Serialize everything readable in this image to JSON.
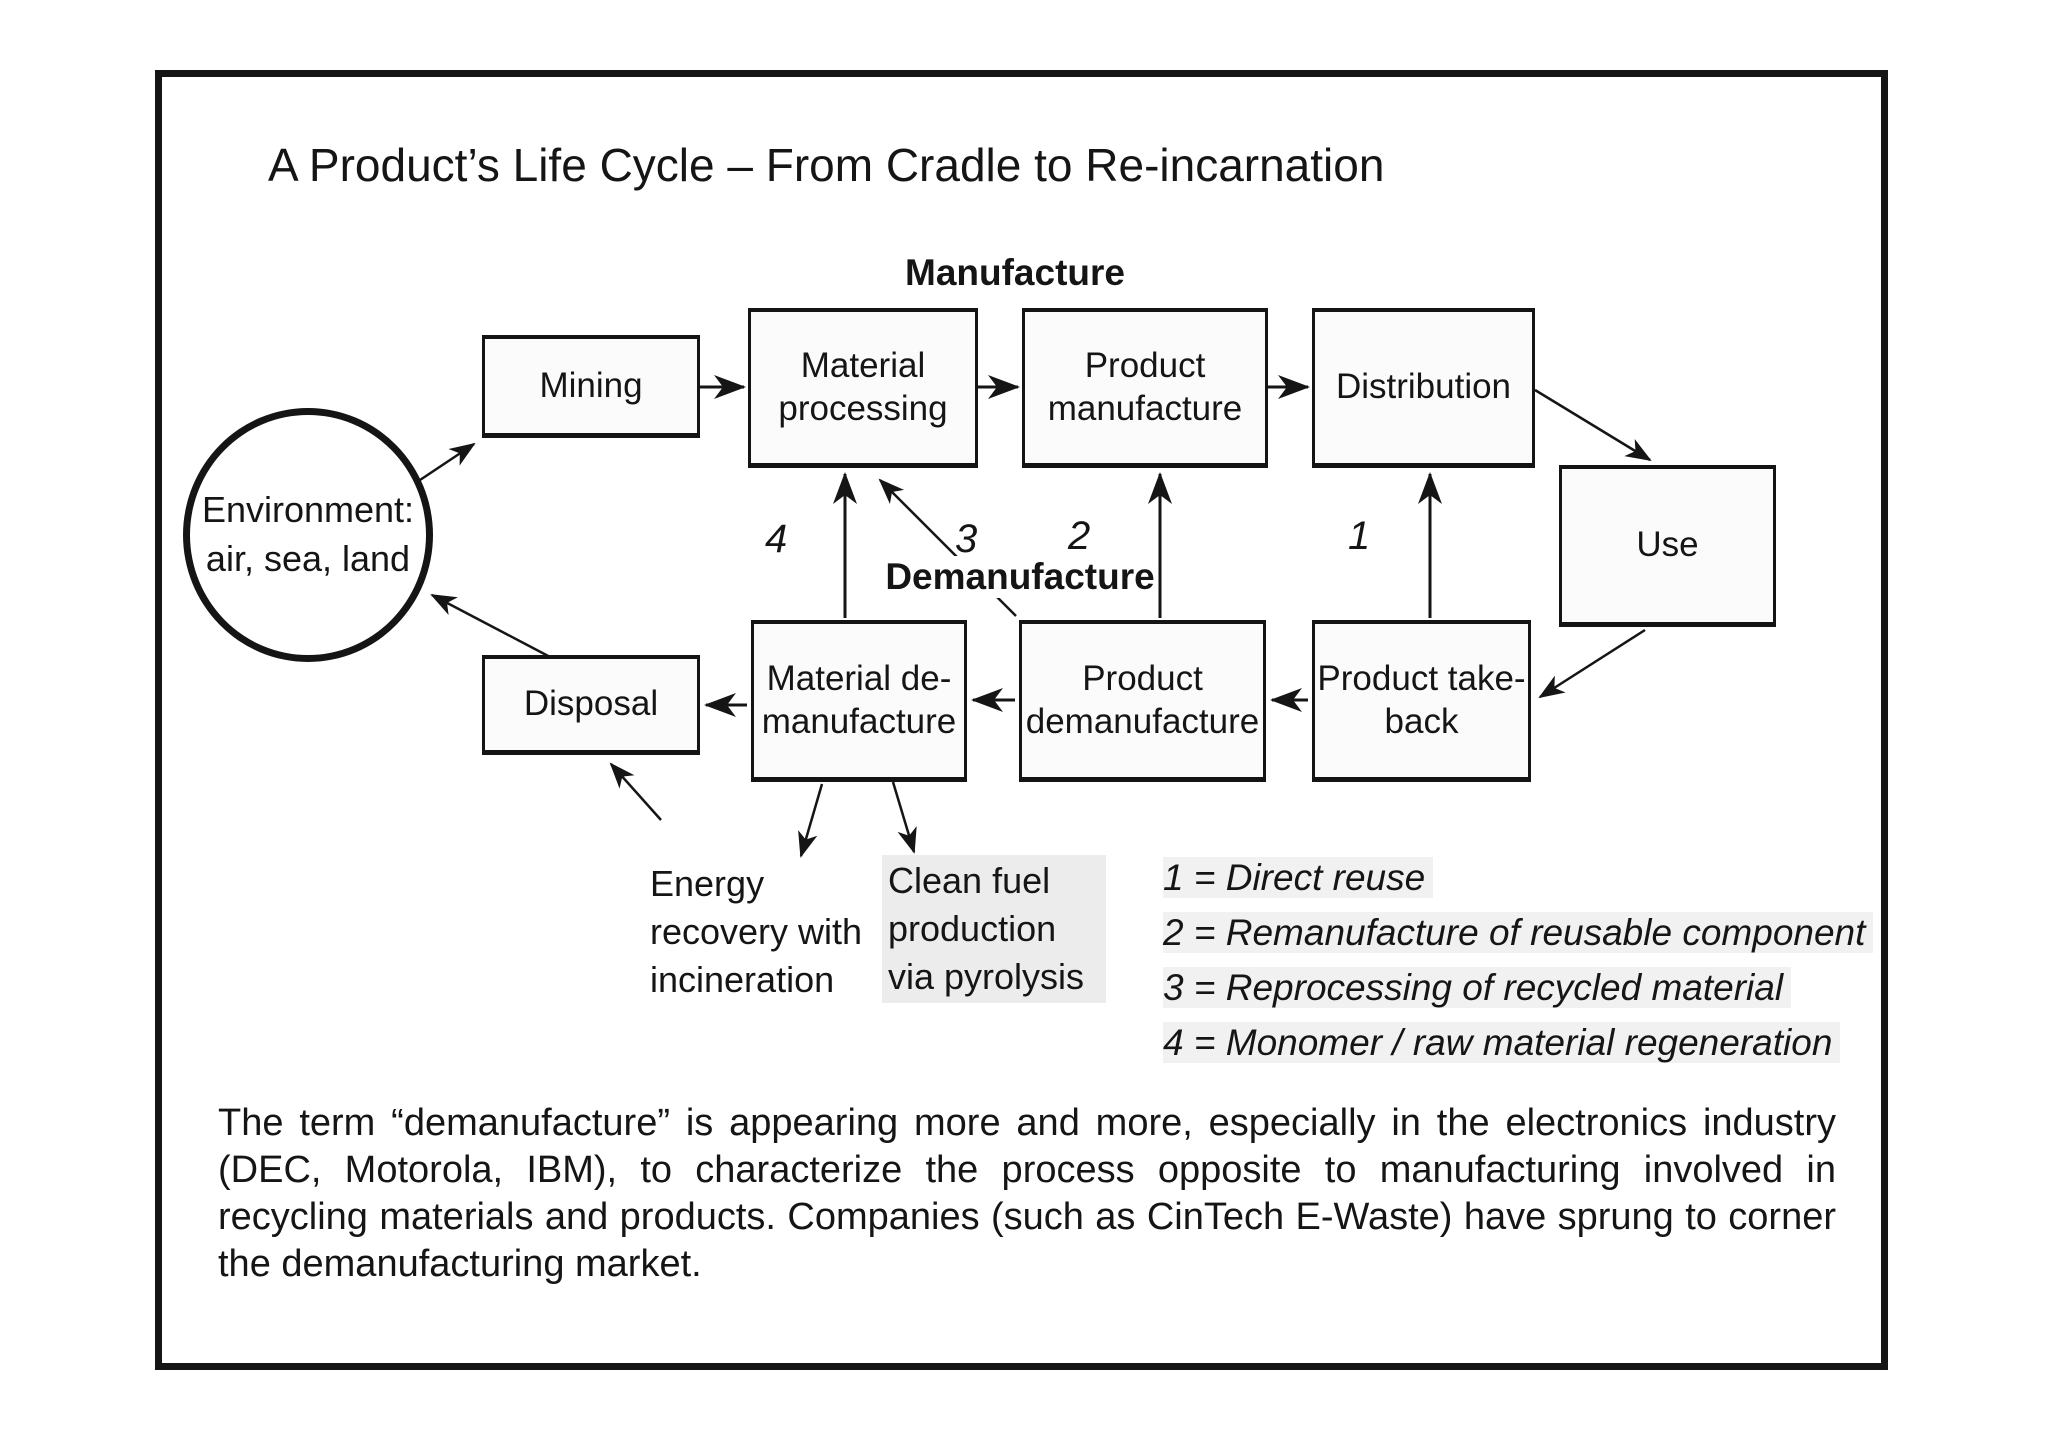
{
  "page": {
    "title": "A Product’s Life Cycle – From Cradle to Re-incarnation"
  },
  "diagram": {
    "labels": {
      "manufacture": "Manufacture",
      "demanufacture": "Demanufacture"
    },
    "environment": {
      "line1": "Environment:",
      "line2": "air, sea, land"
    },
    "boxes": {
      "mining": "Mining",
      "material_processing": "Material processing",
      "product_manufacture": "Product manufacture",
      "distribution": "Distribution",
      "use": "Use",
      "disposal": "Disposal",
      "material_demanufacture": "Material de-manufacture",
      "product_demanufacture": "Product demanufacture",
      "product_takeback": "Product take-back"
    },
    "route_numbers": {
      "n1": "1",
      "n2": "2",
      "n3": "3",
      "n4": "4"
    },
    "sub_labels": {
      "energy_recovery": [
        "Energy",
        "recovery with",
        "incineration"
      ],
      "clean_fuel": [
        "Clean fuel",
        "production",
        "via pyrolysis"
      ]
    },
    "legend": [
      "1 = Direct reuse",
      "2 = Remanufacture of reusable component",
      "3 = Reprocessing of recycled material",
      "4 = Monomer / raw material regeneration"
    ]
  },
  "paragraph": "The term “demanufacture” is appearing more and more, especially in the electronics industry (DEC, Motorola, IBM), to characterize the process opposite to manufacturing involved in recycling materials and products.  Companies (such as CinTech E-Waste) have sprung to corner the demanufacturing market.",
  "colors": {
    "ink": "#151515",
    "box_fill": "#fbfbfb",
    "tint": "#efefef"
  }
}
